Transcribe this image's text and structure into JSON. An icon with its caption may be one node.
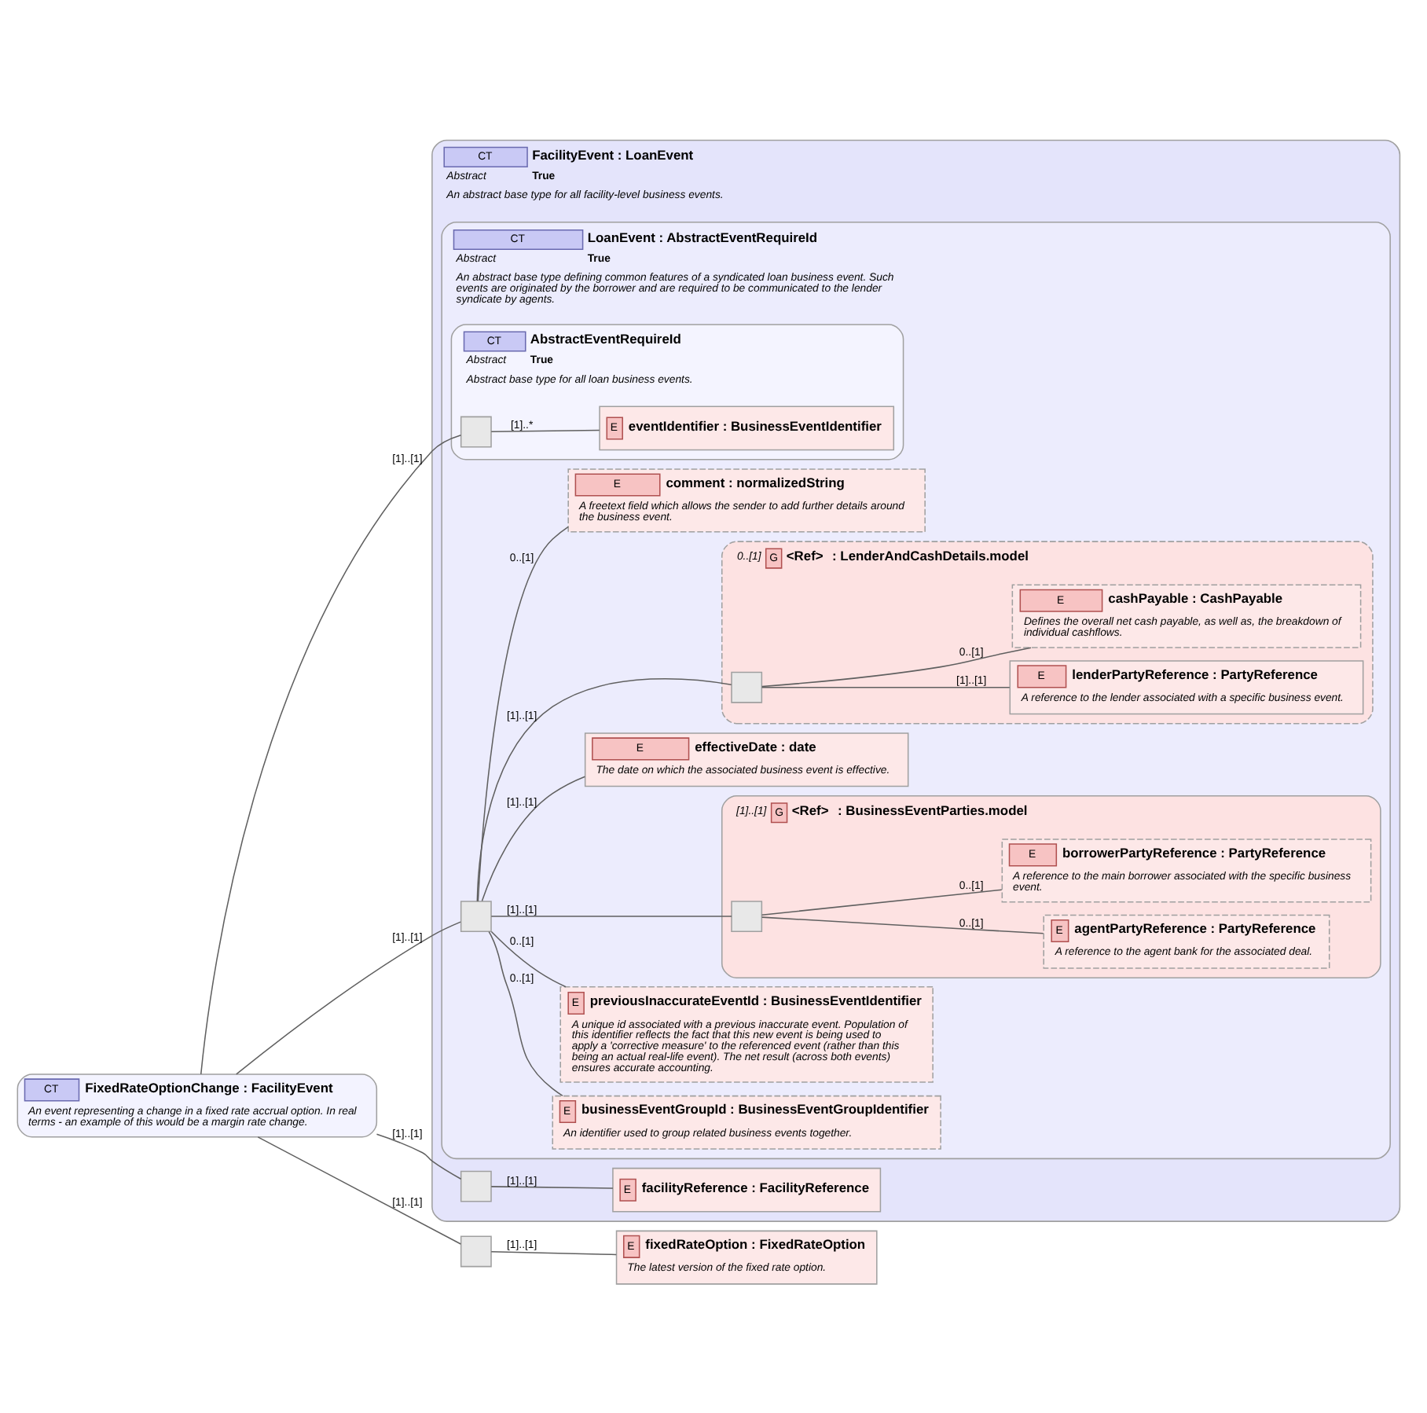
{
  "diagram": {
    "nodes": [
      {
        "text": [
          "CT",
          "FixedRateOptionChange : FacilityEvent",
          "An event representing a change in a fixed rate accrual option. In real terms - an example of this would be a margin rate change."
        ]
      },
      {
        "text": [
          "CT",
          "FacilityEvent : LoanEvent",
          "Abstract",
          "True",
          "An abstract base type for all facility-level business events."
        ]
      },
      {
        "text": [
          "CT",
          "LoanEvent : AbstractEventRequireId",
          "Abstract",
          "True",
          "An abstract base type defining common features of a syndicated loan business event. Such events are originated by the borrower and are required to be communicated to the lender syndicate by agents."
        ],
        "in": 1
      },
      {
        "text": [
          "CT",
          "AbstractEventRequireId",
          "Abstract",
          "True",
          "Abstract base type for all loan business events."
        ],
        "in": 2
      },
      {
        "text": [],
        "shape": "box",
        "in": 3
      },
      {
        "text": [
          "E",
          "eventIdentifier : BusinessEventIdentifier"
        ],
        "in": 3
      },
      {
        "text": [],
        "shape": "box",
        "in": 2
      },
      {
        "text": [
          "E",
          "businessEventGroupId : BusinessEventGroupIdentifier",
          "An identifier used to group related business events together."
        ],
        "in": 2
      },
      {
        "text": [
          "E",
          "previousInaccurateEventId : BusinessEventIdentifier",
          "A unique id associated with a previous inaccurate event. Population of this identifier reflects the fact that this new event is being used to apply a 'corrective measure' to the referenced event (rather than this being an actual real-life event). The net result (across both events) ensures accurate accounting."
        ],
        "in": 2
      },
      {
        "text": [
          "G",
          "<Ref>",
          ": BusinessEventParties.model"
        ],
        "beside": [
          "[1]..[1]"
        ],
        "in": 2
      },
      {
        "text": [],
        "shape": "box",
        "in": 9
      },
      {
        "text": [
          "E",
          "agentPartyReference : PartyReference",
          "A reference to the agent bank for the associated deal."
        ],
        "in": 9
      },
      {
        "text": [
          "E",
          "borrowerPartyReference : PartyReference",
          "A reference to the main borrower associated with the specific business event."
        ],
        "in": 9
      },
      {
        "text": [
          "E",
          "effectiveDate : date",
          "The date on which the associated business event is effective."
        ],
        "in": 2
      },
      {
        "text": [
          "G",
          "<Ref>",
          ": LenderAndCashDetails.model"
        ],
        "beside": [
          "0..[1]"
        ],
        "in": 2
      },
      {
        "text": [],
        "shape": "box",
        "in": 14
      },
      {
        "text": [
          "E",
          "lenderPartyReference : PartyReference",
          "A reference to the lender associated with a specific business event."
        ],
        "in": 14
      },
      {
        "text": [
          "E",
          "cashPayable : CashPayable",
          "Defines the overall net cash payable, as well as, the breakdown of individual cashflows."
        ],
        "in": 14
      },
      {
        "text": [
          "E",
          "comment : normalizedString",
          "A freetext field which allows the sender to add further details around the business event."
        ],
        "in": 2
      },
      {
        "text": [],
        "shape": "box",
        "in": 1
      },
      {
        "text": [
          "E",
          "facilityReference : FacilityReference"
        ],
        "in": 1
      },
      {
        "text": [],
        "shape": "box"
      },
      {
        "text": [
          "E",
          "fixedRateOption : FixedRateOption",
          "The latest version of the fixed rate option."
        ]
      }
    ],
    "edges": [
      {
        "from": 0,
        "to": 4,
        "arrow": "none",
        "label": "[1]..[1]"
      },
      {
        "from": 0,
        "to": 6,
        "arrow": "none",
        "label": "[1]..[1]"
      },
      {
        "from": 0,
        "to": 19,
        "arrow": "none",
        "label": "[1]..[1]"
      },
      {
        "from": 0,
        "to": 21,
        "arrow": "none",
        "label": "[1]..[1]"
      },
      {
        "from": 4,
        "to": 5,
        "arrow": "none",
        "label": "[1]..*"
      },
      {
        "from": 6,
        "to": 7,
        "arrow": "none",
        "label": "0..[1]"
      },
      {
        "from": 6,
        "to": 8,
        "arrow": "none",
        "label": "0..[1]"
      },
      {
        "from": 6,
        "to": 10,
        "arrow": "none",
        "label": "[1]..[1]"
      },
      {
        "from": 6,
        "to": 13,
        "arrow": "none",
        "label": "[1]..[1]"
      },
      {
        "from": 6,
        "to": 15,
        "arrow": "none",
        "label": "[1]..[1]"
      },
      {
        "from": 6,
        "to": 18,
        "arrow": "none",
        "label": "0..[1]"
      },
      {
        "from": 10,
        "to": 11,
        "arrow": "none",
        "label": "0..[1]"
      },
      {
        "from": 10,
        "to": 12,
        "arrow": "none",
        "label": "0..[1]"
      },
      {
        "from": 15,
        "to": 16,
        "arrow": "none",
        "label": "[1]..[1]"
      },
      {
        "from": 15,
        "to": 17,
        "arrow": "none",
        "label": "0..[1]"
      },
      {
        "from": 19,
        "to": 20,
        "arrow": "none",
        "label": "[1]..[1]"
      },
      {
        "from": 21,
        "to": 22,
        "arrow": "none",
        "label": "[1]..[1]"
      }
    ]
  }
}
